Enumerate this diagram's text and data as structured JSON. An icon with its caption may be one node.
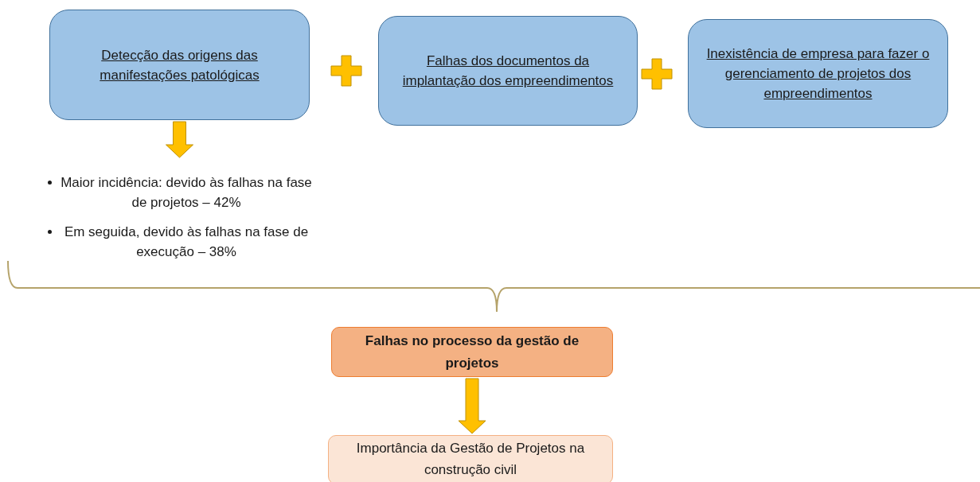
{
  "diagram": {
    "nodes": [
      {
        "text": [
          "Detecção das origens das manifestações patológicas"
        ]
      },
      {
        "text": [
          "Falhas dos documentos da implantação dos empreendimentos"
        ]
      },
      {
        "text": [
          "Inexistência de empresa para fazer o gerenciamento de projetos dos empreendimentos"
        ]
      },
      {
        "text": [
          "Maior incidência: devido às falhas na fase de projetos – 42%",
          "Em seguida, devido às falhas na fase de execução – 38%"
        ]
      },
      {
        "text": [
          "Falhas no processo da gestão de projetos"
        ]
      },
      {
        "text": [
          "Importância da Gestão de Projetos na construção civil"
        ]
      }
    ],
    "edges": [
      {
        "from": 0,
        "to": 3,
        "arrow": "to"
      },
      {
        "from": 4,
        "to": 5,
        "arrow": "to"
      }
    ]
  }
}
